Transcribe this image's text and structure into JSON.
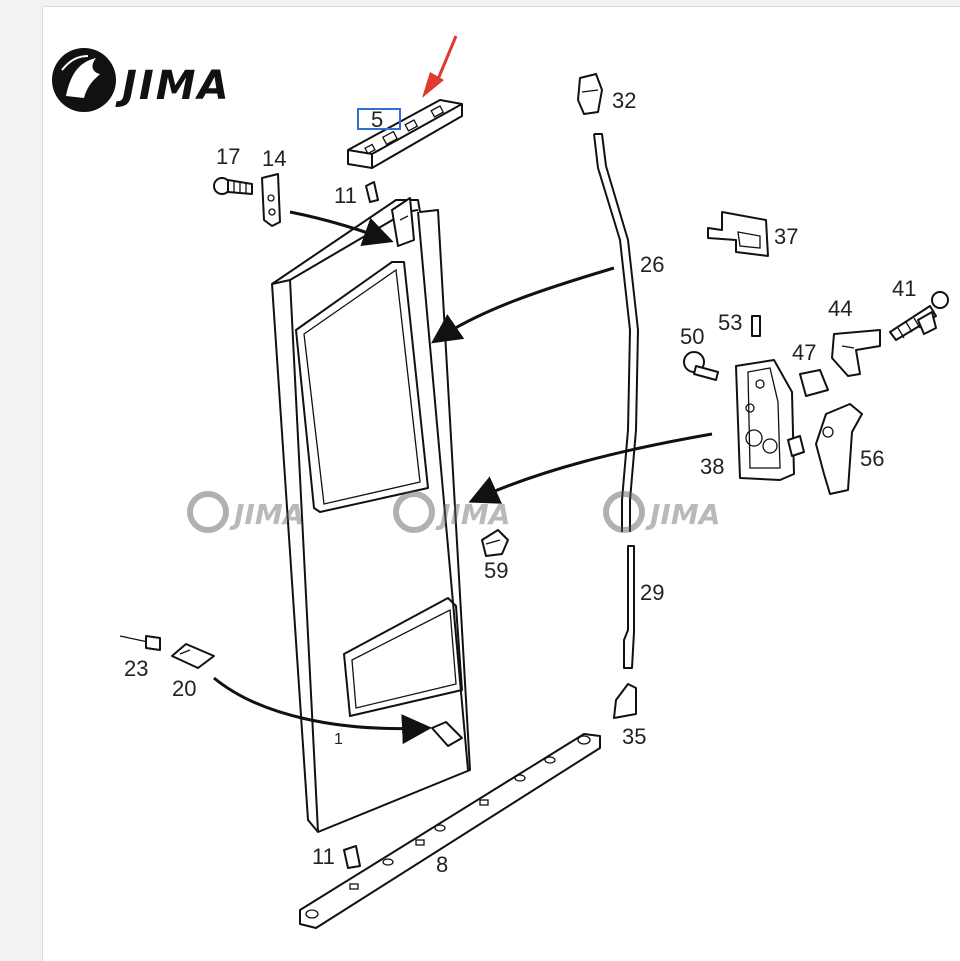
{
  "logo": {
    "text": "JIMA"
  },
  "watermark": {
    "text": "JIMA"
  },
  "highlight": {
    "label": "5",
    "box_color": "#2f6fd6",
    "arrow_color": "#e03a2e"
  },
  "callouts": {
    "c5": "5",
    "c17": "17",
    "c14": "14",
    "c11a": "11",
    "c32": "32",
    "c26": "26",
    "c37": "37",
    "c41": "41",
    "c44": "44",
    "c53": "53",
    "c50": "50",
    "c47": "47",
    "c38": "38",
    "c56": "56",
    "c59": "59",
    "c29": "29",
    "c23": "23",
    "c20": "20",
    "c35": "35",
    "c11b": "11",
    "c8": "8"
  }
}
